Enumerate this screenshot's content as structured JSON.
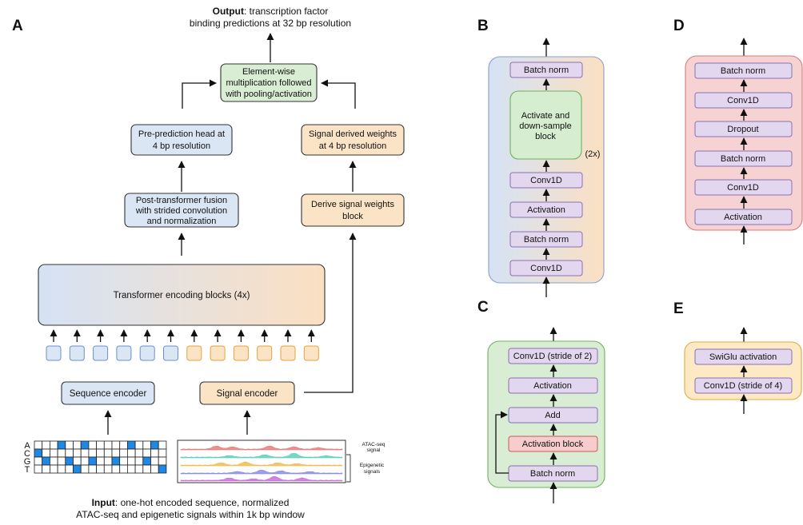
{
  "panels": {
    "a": "A",
    "b": "B",
    "c": "C",
    "d": "D",
    "e": "E"
  },
  "panel_a": {
    "output_bold": "Output",
    "output_line1": ": transcription factor",
    "output_line2": "binding predictions at 32 bp resolution",
    "element_wise": [
      "Element-wise",
      "multiplication followed",
      "with pooling/activation"
    ],
    "pre_prediction": [
      "Pre-prediction head at",
      "4 bp resolution"
    ],
    "signal_weights": [
      "Signal derived weights",
      "at 4 bp resolution"
    ],
    "post_transformer": [
      "Post-transformer fusion",
      "with strided convolution",
      "and normalization"
    ],
    "derive_block": [
      "Derive signal weights",
      "block"
    ],
    "transformer": "Transformer encoding blocks (4x)",
    "sequence_encoder": "Sequence encoder",
    "signal_encoder": "Signal encoder",
    "bases": [
      "A",
      "C",
      "G",
      "T"
    ],
    "onehot": [
      [
        0,
        0,
        0,
        1,
        0,
        0,
        1,
        0,
        0,
        0,
        0,
        0,
        1,
        0,
        0,
        1,
        0
      ],
      [
        1,
        0,
        0,
        0,
        0,
        0,
        0,
        0,
        0,
        0,
        0,
        0,
        0,
        0,
        0,
        0,
        0
      ],
      [
        0,
        1,
        0,
        0,
        1,
        0,
        0,
        1,
        0,
        0,
        1,
        0,
        0,
        0,
        1,
        0,
        0
      ],
      [
        0,
        0,
        0,
        0,
        0,
        1,
        0,
        0,
        0,
        0,
        0,
        0,
        0,
        0,
        0,
        0,
        1
      ]
    ],
    "atac_label": [
      "ATAC-seq",
      "signal"
    ],
    "epi_label": [
      "Epigenetic",
      "signals"
    ],
    "input_bold": "Input",
    "input_line1": ": one-hot encoded sequence, normalized",
    "input_line2": "ATAC-seq and epigenetic signals within 1k bp window",
    "token_count_blue": 6,
    "token_count_orange": 6
  },
  "panel_b": {
    "blocks": [
      "Batch norm",
      "Conv1D",
      "Activation",
      "Batch norm",
      "Conv1D"
    ],
    "activate_block": [
      "Activate and",
      "down-sample",
      "block"
    ],
    "repeat": "(2x)"
  },
  "panel_c": {
    "blocks": [
      "Conv1D (stride of 2)",
      "Activation",
      "Add",
      "Activation block",
      "Batch norm"
    ]
  },
  "panel_d": {
    "blocks": [
      "Batch norm",
      "Conv1D",
      "Dropout",
      "Batch norm",
      "Conv1D",
      "Activation"
    ]
  },
  "panel_e": {
    "blocks": [
      "SwiGlu activation",
      "Conv1D (stride of 4)"
    ]
  },
  "colors": {
    "blue_fill": "#dbe6f5",
    "orange_fill": "#fbe3c5",
    "green_fill": "#d8edd3",
    "red_fill": "#f7d2d2",
    "yellow_fill": "#fde9c4",
    "purple_fill": "#e3d7ef",
    "onehot_blue": "#1e88e5",
    "token_blue_stroke": "#6d8fc7",
    "token_orange_stroke": "#e5a33a"
  },
  "signal_track_colors": [
    "#e86a6a",
    "#45c9b8",
    "#f0b33b",
    "#7d7ee0",
    "#c25ad6"
  ]
}
